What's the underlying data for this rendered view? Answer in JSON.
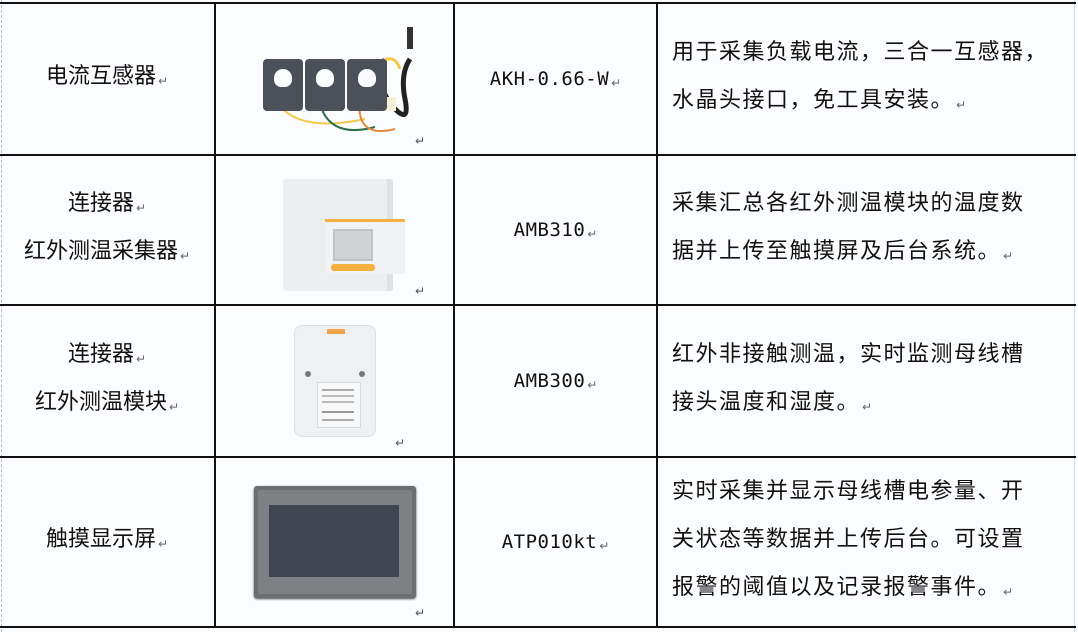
{
  "table": {
    "rows": [
      {
        "name_lines": [
          "电流互感器"
        ],
        "image": "current-transformer-image",
        "model": "AKH-0.66-W",
        "description": [
          "用于采集负载电流，三合一互感器，",
          "水晶头接口，免工具安装。"
        ]
      },
      {
        "name_lines": [
          "连接器",
          "红外测温采集器"
        ],
        "image": "infrared-temperature-collector-image",
        "model": "AMB310",
        "description": [
          "采集汇总各红外测温模块的温度数",
          "据并上传至触摸屏及后台系统。"
        ]
      },
      {
        "name_lines": [
          "连接器",
          "红外测温模块"
        ],
        "image": "infrared-temperature-module-image",
        "model": "AMB300",
        "description": [
          "红外非接触测温，实时监测母线槽",
          "接头温度和湿度。"
        ]
      },
      {
        "name_lines": [
          "触摸显示屏"
        ],
        "image": "touch-display-image",
        "model": "ATP010kt",
        "description": [
          "实时采集并显示母线槽电参量、开",
          "关状态等数据并上传后台。可设置",
          "报警的阈值以及记录报警事件。"
        ]
      }
    ],
    "paragraph_mark": "↵"
  },
  "colors": {
    "border": "#111111",
    "background": "#fbfcfe",
    "accent_orange": "#f3b23f",
    "panel_screen": "#404550"
  }
}
